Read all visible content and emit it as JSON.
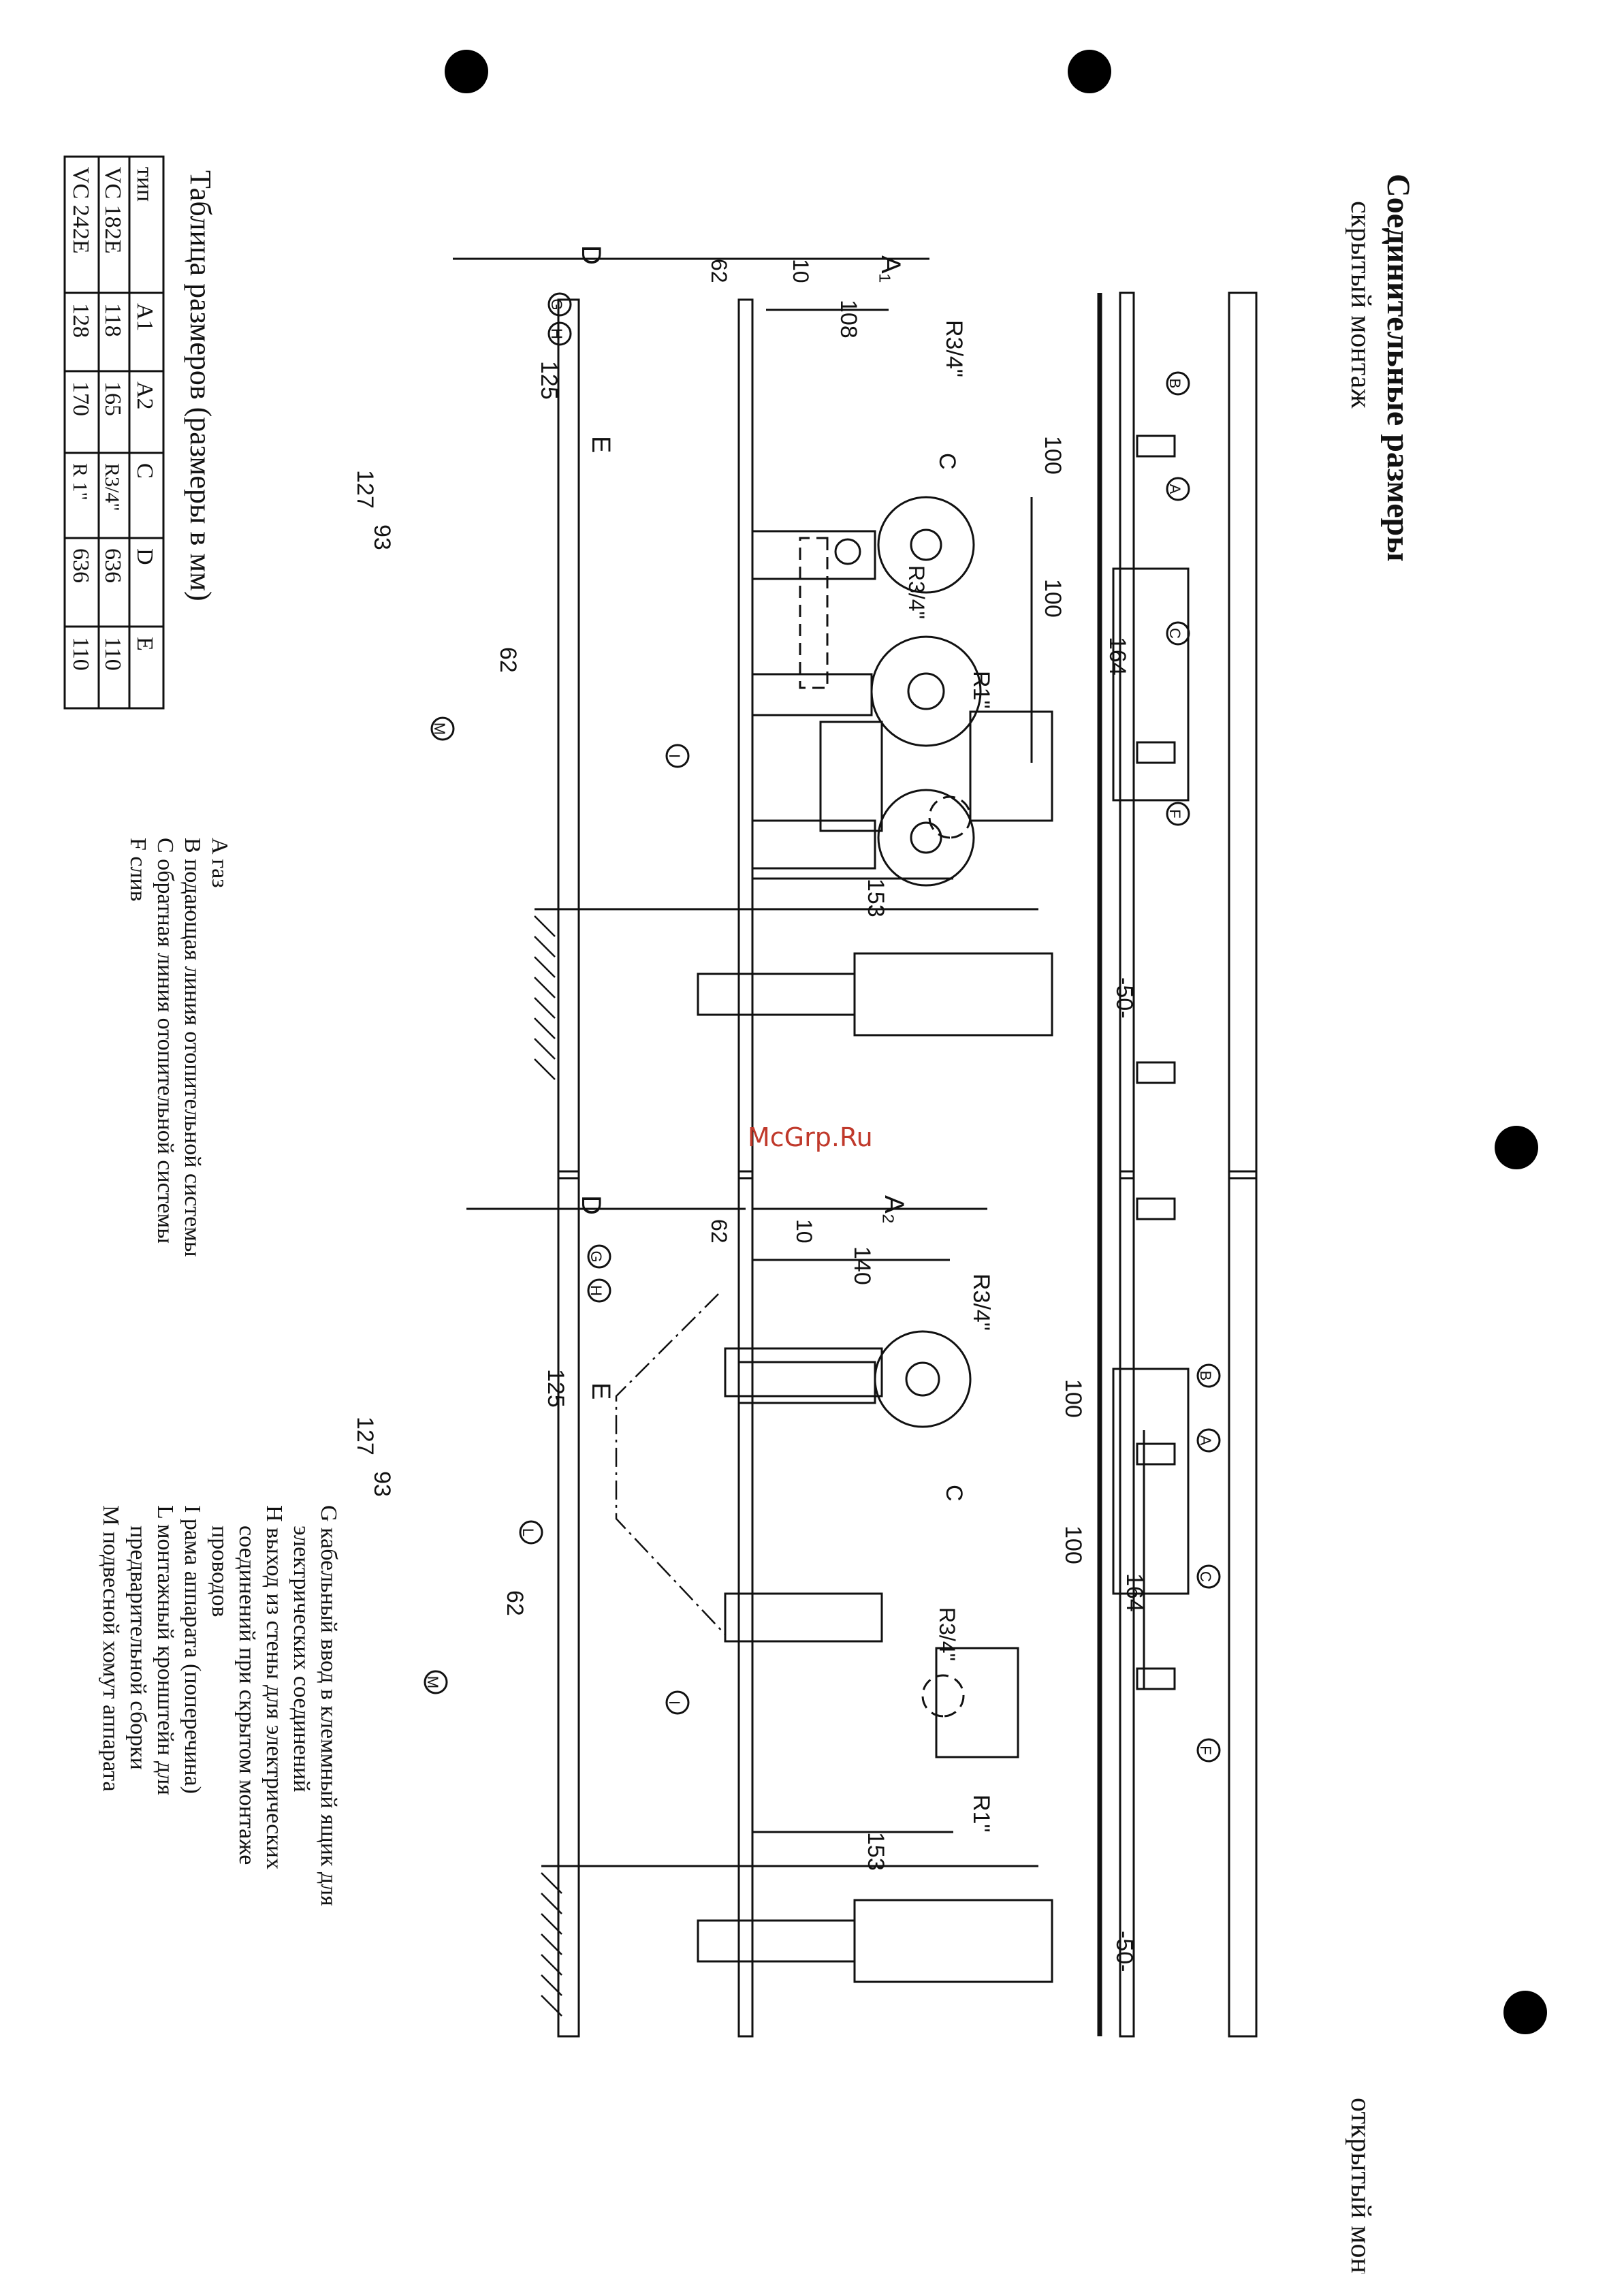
{
  "title": "Соединительные размеры",
  "views": {
    "hidden_label": "скрытый монтаж",
    "open_label": "открытый монтаж"
  },
  "table": {
    "caption": "Таблица размеров (размеры в мм)",
    "headers": [
      "тип",
      "A1",
      "A2",
      "C",
      "D",
      "E"
    ],
    "rows": [
      [
        "VC 182E",
        "118",
        "165",
        "R3/4\"",
        "636",
        "110"
      ],
      [
        "VC 242E",
        "128",
        "170",
        "R 1\"",
        "636",
        "110"
      ]
    ]
  },
  "legend_left": [
    "A газ",
    "B подающая линия отопительной системы",
    "C обратная линия отопительной системы",
    "F слив"
  ],
  "legend_right": [
    "G кабельный ввод в клеммный ящик для",
    "электрических соединений",
    "H выход из стены для электрических",
    "соединений при скрытом монтаже",
    "проводов",
    "I рама аппарата (поперечина)",
    "L монтажный кронштейн для",
    "предварительной сборки",
    "M подвесной хомут аппарата"
  ],
  "dims_top": {
    "a1": "A₁",
    "d": "D",
    "d10": "10",
    "d62": "62",
    "d108": "108",
    "r34a": "R3/4\"",
    "c": "C",
    "r34b": "R3/4\"",
    "d100a": "100",
    "d100b": "100",
    "d164": "164",
    "r1": "R1\"",
    "d153": "153",
    "d125": "125",
    "e": "E",
    "d127": "127",
    "d93": "93",
    "d62b": "62",
    "d50": "-50-"
  },
  "dims_bottom": {
    "a2": "A₂",
    "d": "D",
    "d10": "10",
    "d62": "62",
    "d140": "140",
    "r34a": "R3/4\"",
    "c": "C",
    "r34b": "R3/4\"",
    "d100a": "100",
    "d100b": "100",
    "d164": "164",
    "r1": "R1\"",
    "d153": "153",
    "d125": "125",
    "e": "E",
    "d127": "127",
    "d93": "93",
    "d62b": "62",
    "d50": "-50-"
  },
  "callouts": [
    "A",
    "B",
    "C",
    "F",
    "G",
    "H",
    "I",
    "L",
    "M"
  ],
  "watermark": "McGrp.Ru"
}
